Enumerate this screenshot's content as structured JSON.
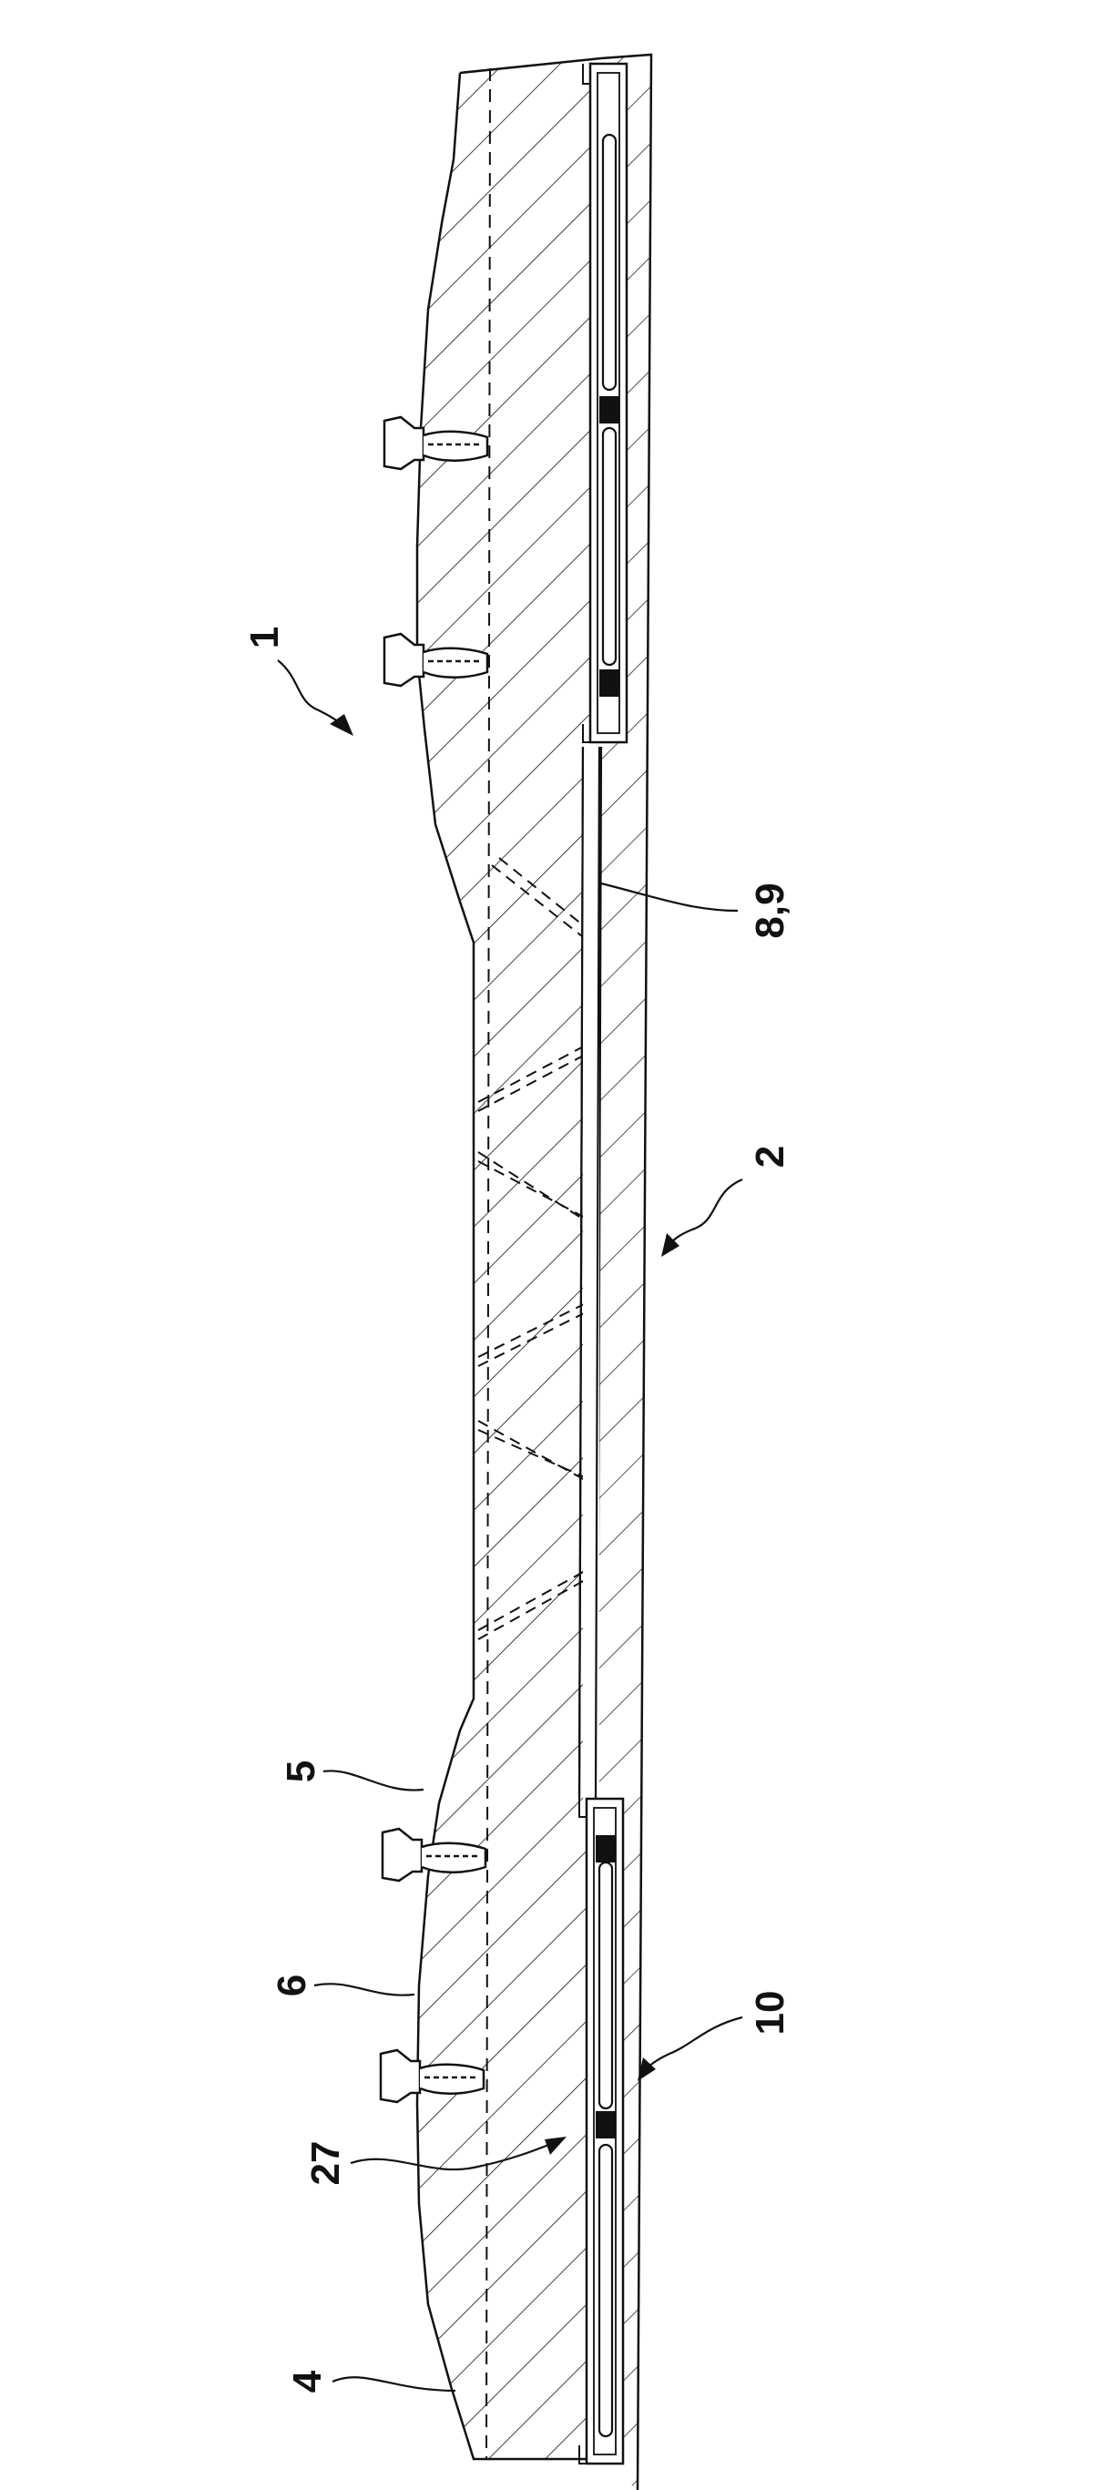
{
  "figure": {
    "labels": {
      "assembly": "1",
      "section": "2",
      "part_4": "4",
      "part_5": "5",
      "part_6": "6",
      "part_8_9": "8,9",
      "part_10": "10",
      "part_27": "27"
    },
    "colors": {
      "ink": "#111111",
      "background": "#ffffff"
    }
  }
}
